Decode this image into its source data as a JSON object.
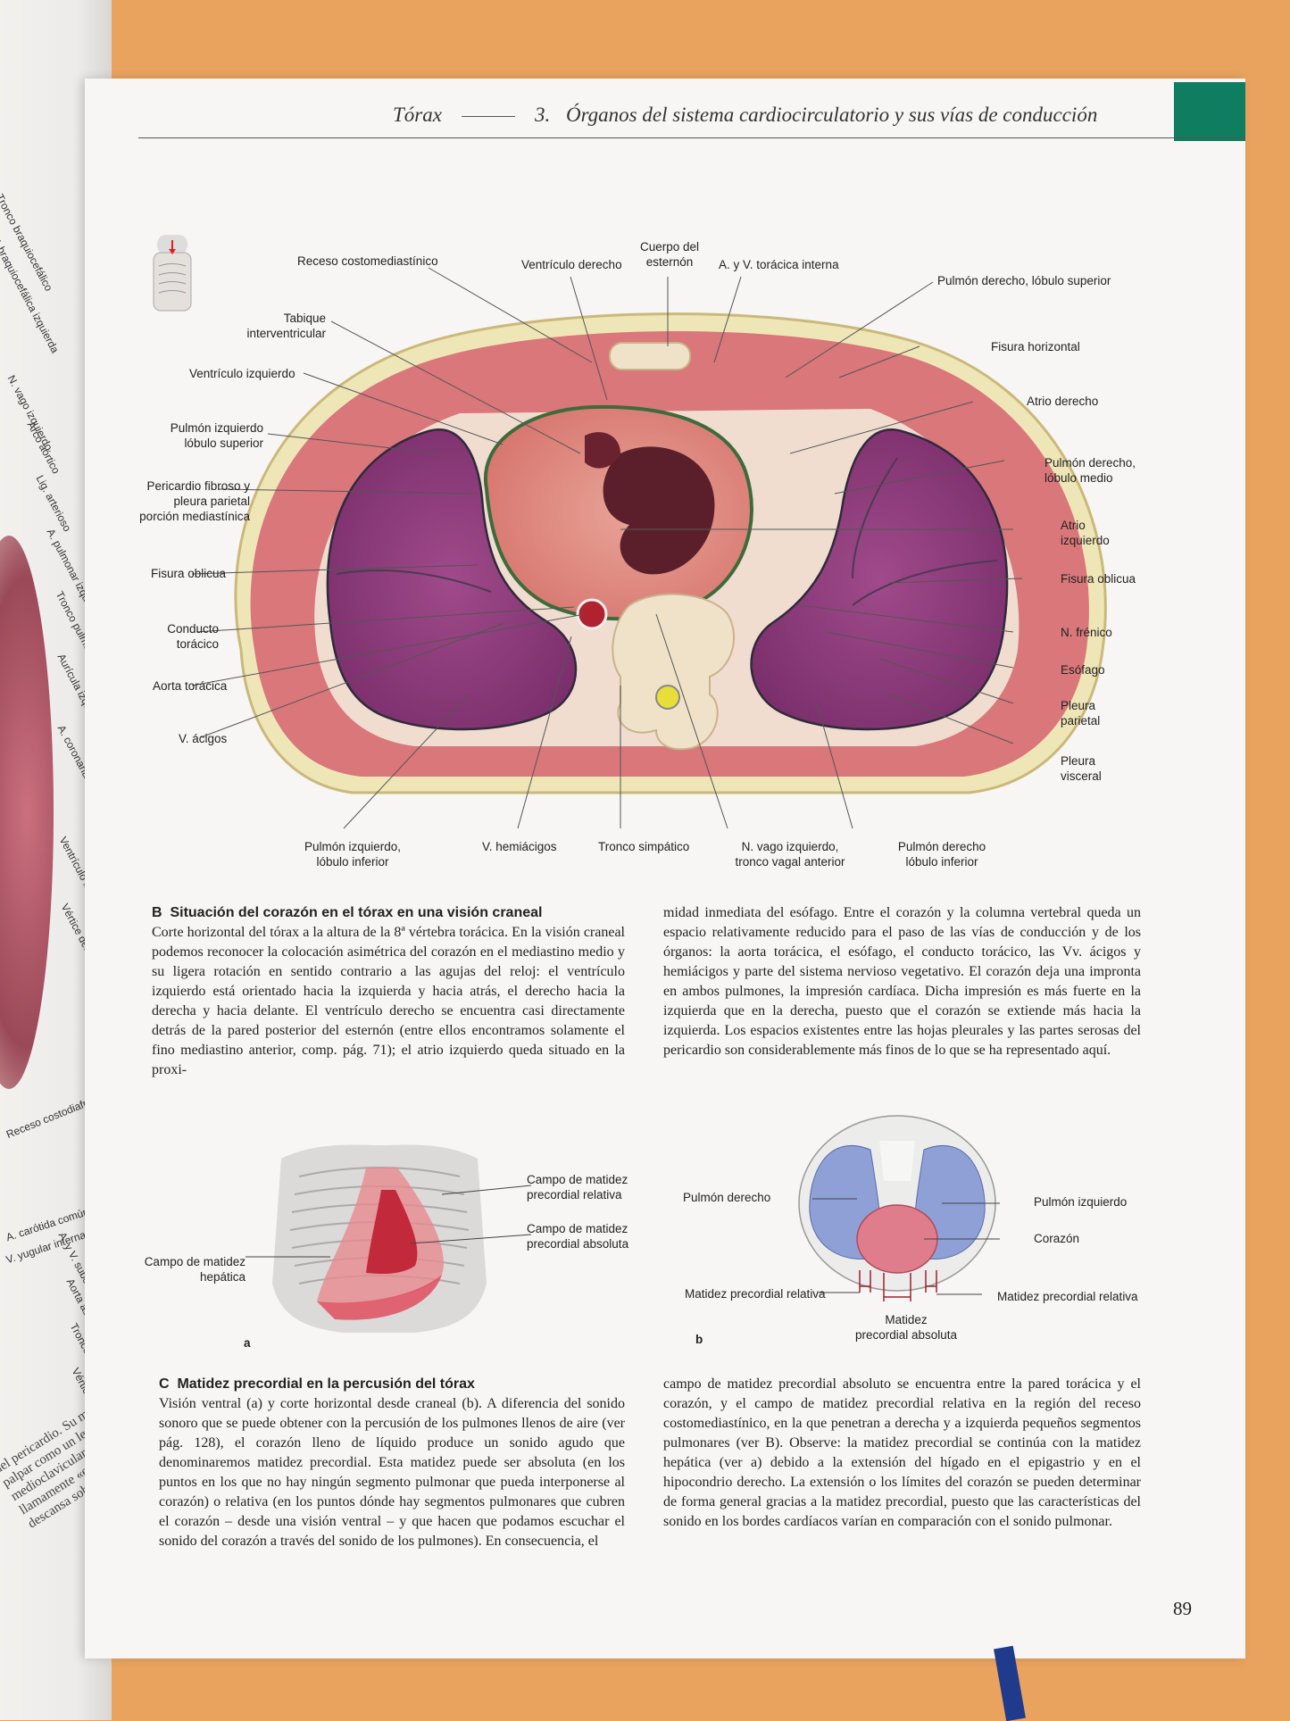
{
  "left_page": {
    "labels": [
      "Tronco braquiocefálico",
      "V. braquiocefálica izquierda",
      "N. vago izquierdo",
      "Arco aórtico",
      "Lig. arterioso",
      "A. pulmonar izquierda",
      "Tronco pulmonar",
      "Aurícula izquierda",
      "A. coronaria izquierda (R. interventricular anterior)",
      "Ventrículo izquierdo",
      "Vértice del corazón",
      "Receso costodiafragmático",
      "A. carótida común izquierda",
      "V. yugular interna",
      "A. y V. subclavia izquierda",
      "Aorta ascendente",
      "Tronco pulmonar",
      "Vértice del corazón"
    ],
    "bottom_text": "del pericardio. Su movimiento puede palpar como un leve latido en la medioclavicular (ver pág. ...) llamamente «epicardio», ver pág. descansa sobre tejido graso"
  },
  "header": {
    "section": "Tórax",
    "chapter_number": "3.",
    "chapter_title": "Órganos del sistema cardiocirculatorio y sus vías de conducción"
  },
  "figure_b": {
    "labels": {
      "receso": "Receso costomediastínico",
      "ventriculo_derecho": "Ventrículo derecho",
      "cuerpo_esternon_1": "Cuerpo del",
      "cuerpo_esternon_2": "esternón",
      "toracica_interna": "A. y V. torácica interna",
      "pulmon_der_sup": "Pulmón derecho, lóbulo superior",
      "tabique_1": "Tabique",
      "tabique_2": "interventricular",
      "fisura_horizontal": "Fisura horizontal",
      "ventriculo_izquierdo": "Ventrículo izquierdo",
      "atrio_derecho": "Atrio derecho",
      "pulmon_izq_sup_1": "Pulmón izquierdo",
      "pulmon_izq_sup_2": "lóbulo superior",
      "pulmon_der_medio_1": "Pulmón derecho,",
      "pulmon_der_medio_2": "lóbulo medio",
      "pericardio_1": "Pericardio fibroso y",
      "pericardio_2": "pleura parietal",
      "pericardio_3": "porción mediastínica",
      "atrio_izquierdo_1": "Atrio",
      "atrio_izquierdo_2": "izquierdo",
      "fisura_oblicua_l": "Fisura oblicua",
      "fisura_oblicua_r": "Fisura oblicua",
      "conducto_1": "Conducto",
      "conducto_2": "torácico",
      "n_frenico": "N. frénico",
      "aorta_toracica": "Aorta torácica",
      "esofago": "Esófago",
      "pleura_parietal_1": "Pleura",
      "pleura_parietal_2": "parietal",
      "v_acigos": "V. ácigos",
      "pleura_visceral_1": "Pleura",
      "pleura_visceral_2": "visceral",
      "pulmon_izq_inf_1": "Pulmón izquierdo,",
      "pulmon_izq_inf_2": "lóbulo inferior",
      "v_hemiacigos": "V. hemiácigos",
      "tronco_simpatico": "Tronco simpático",
      "n_vago_1": "N. vago izquierdo,",
      "n_vago_2": "tronco vagal anterior",
      "pulmon_der_inf_1": "Pulmón derecho",
      "pulmon_der_inf_2": "lóbulo inferior"
    },
    "caption_letter": "B",
    "caption_title": "Situación del corazón en el tórax en una visión craneal",
    "text_left": "Corte horizontal del tórax a la altura de la 8ª vértebra torácica. En la visión craneal podemos reconocer la colocación asimétrica del corazón en el mediastino medio y su ligera rotación en sentido contrario a las agujas del reloj: el ventrículo izquierdo está orientado hacia la izquierda y hacia atrás, el derecho hacia la derecha y hacia delante. El ventrículo derecho se encuentra casi directamente detrás de la pared posterior del esternón (entre ellos encontramos solamente el fino mediastino anterior, comp. pág. 71); el atrio izquierdo queda situado en la proxi-",
    "text_right": "midad inmediata del esófago. Entre el corazón y la columna vertebral queda un espacio relativamente reducido para el paso de las vías de conducción y de los órganos: la aorta torácica, el esófago, el conducto torácico, las Vv. ácigos y hemiácigos y parte del sistema nervioso vegetativo. El corazón deja una impronta en ambos pulmones, la impresión cardíaca. Dicha impresión es más fuerte en la izquierda que en la derecha, puesto que el corazón se extiende más hacia la izquierda. Los espacios existentes entre las hojas pleurales y las partes serosas del pericardio son considerablemente más finos de lo que se ha representado aquí."
  },
  "figure_c": {
    "a_labels": {
      "relativa_1": "Campo de matidez",
      "relativa_2": "precordial relativa",
      "absoluta_1": "Campo de matidez",
      "absoluta_2": "precordial absoluta",
      "hepatica_1": "Campo de matidez",
      "hepatica_2": "hepática",
      "letter": "a"
    },
    "b_labels": {
      "pulmon_derecho": "Pulmón derecho",
      "pulmon_izquierdo": "Pulmón izquierdo",
      "corazon": "Corazón",
      "matidez_relativa_l": "Matidez precordial relativa",
      "matidez_relativa_r": "Matidez precordial relativa",
      "matidez_absoluta_1": "Matidez",
      "matidez_absoluta_2": "precordial absoluta",
      "letter": "b"
    },
    "caption_letter": "C",
    "caption_title": "Matidez precordial en la percusión del tórax",
    "text_left": "Visión ventral (a) y corte horizontal desde craneal (b). A diferencia del sonido sonoro que se puede obtener con la percusión de los pulmones llenos de aire (ver pág. 128), el corazón lleno de líquido produce un sonido agudo que denominaremos matidez precordial. Esta matidez puede ser absoluta (en los puntos en los que no hay ningún segmento pulmonar que pueda interponerse al corazón) o relativa (en los puntos dónde hay segmentos pulmonares que cubren el corazón – desde una visión ventral – y que hacen que podamos escuchar el sonido del corazón a través del sonido de los pulmones). En consecuencia, el",
    "text_right": "campo de matidez precordial absoluto se encuentra entre la pared torácica y el corazón, y el campo de matidez precordial relativa en la región del receso costomediastínico, en la que penetran a derecha y a izquierda pequeños segmentos pulmonares (ver B). Observe: la matidez precordial se continúa con la matidez hepática (ver a) debido a la extensión del hígado en el epigastrio y en el hipocondrio derecho. La extensión o los límites del corazón se pueden determinar de forma general gracias a la matidez precordial, puesto que las características del sonido en los bordes cardíacos varían en comparación con el sonido pulmonar."
  },
  "page_number": "89",
  "colors": {
    "background": "#e9a35f",
    "page": "#f7f6f4",
    "tab_green": "#0f7d5f",
    "lung": "#8b3a78",
    "muscle": "#d9777a",
    "diagram_lung_blue": "#8ea0d6",
    "diagram_heart": "#e07d8c"
  }
}
